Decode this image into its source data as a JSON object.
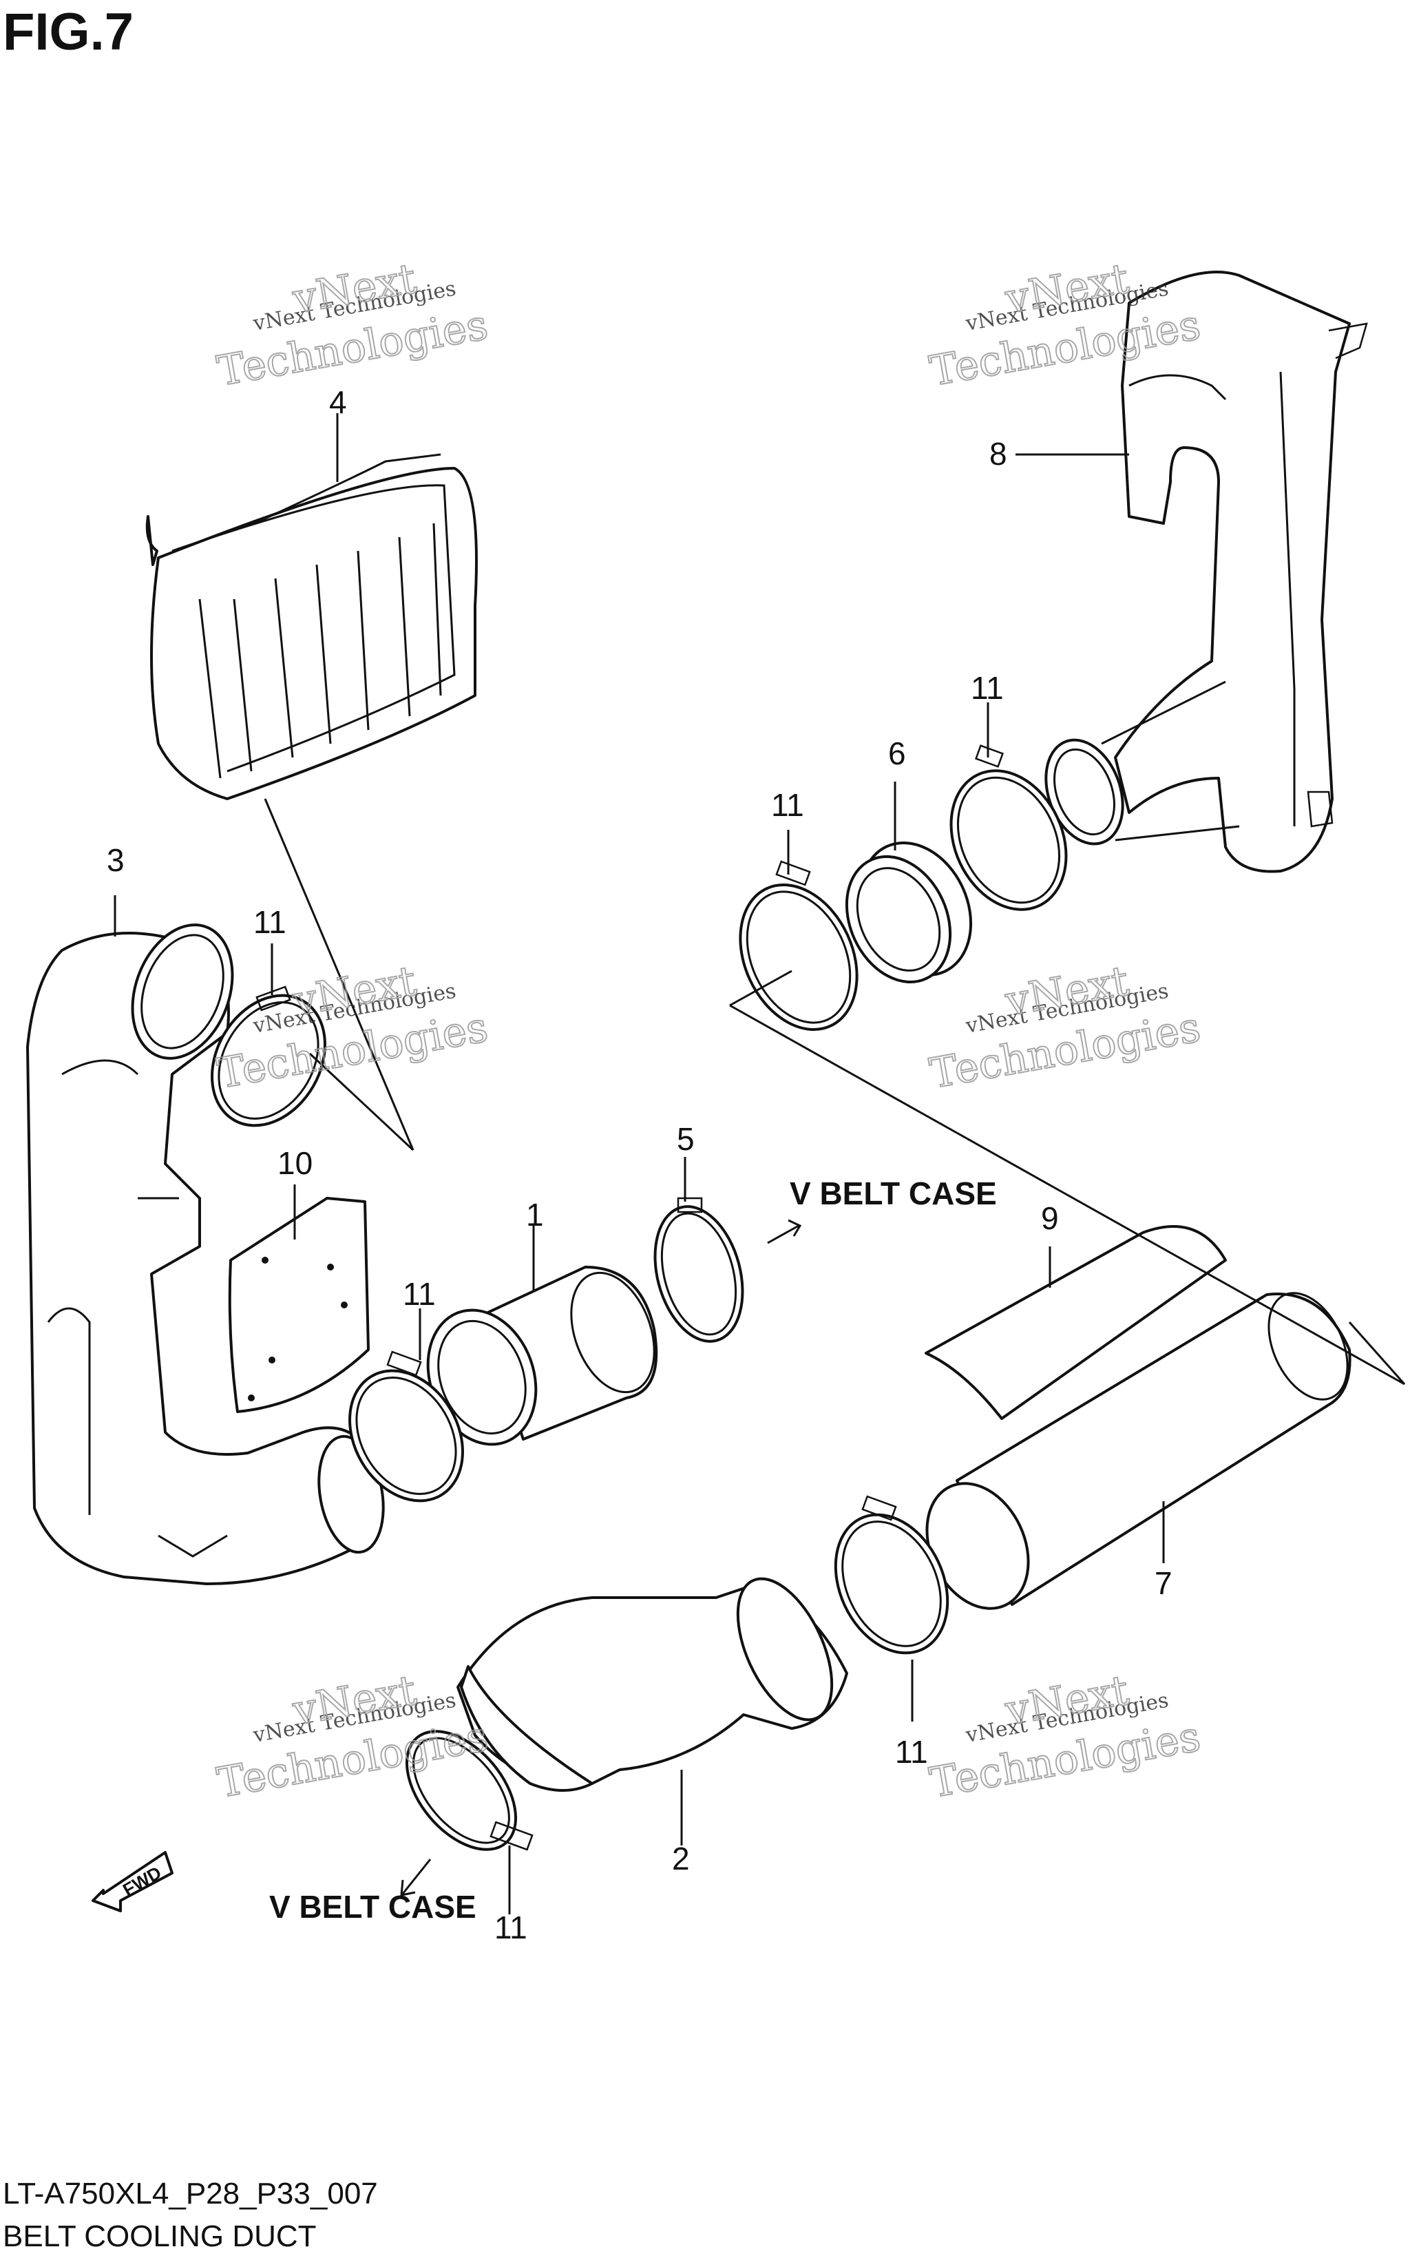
{
  "figure": {
    "title": "FIG.7"
  },
  "headings": {
    "v_belt_case_top": "V BELT CASE",
    "v_belt_case_bottom": "V BELT CASE"
  },
  "fwd_label": "FWD",
  "footer": {
    "code": "LT-A750XL4_P28_P33_007",
    "name": "BELT COOLING DUCT"
  },
  "watermark": {
    "line1": "vNext Technologies",
    "line2": "vNext",
    "line3": "Technologies"
  },
  "callouts": {
    "c1": "1",
    "c2": "2",
    "c3": "3",
    "c4": "4",
    "c5": "5",
    "c6": "6",
    "c7": "7",
    "c8": "8",
    "c9": "9",
    "c10": "10",
    "c11a": "11",
    "c11b": "11",
    "c11c": "11",
    "c11d": "11",
    "c11e": "11",
    "c11f": "11"
  }
}
